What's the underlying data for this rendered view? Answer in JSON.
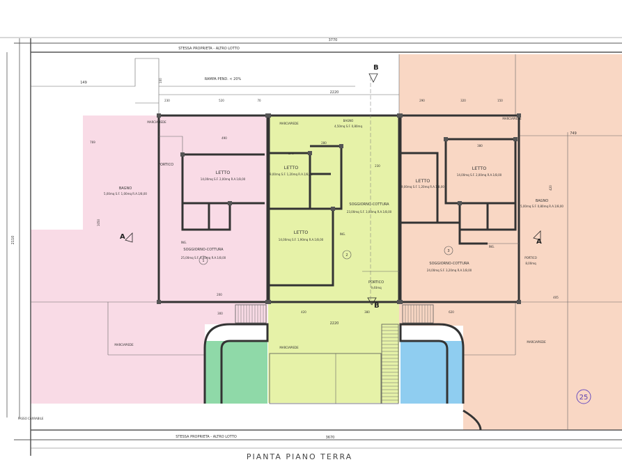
{
  "colors": {
    "unit_pink": "#f9dbe6",
    "unit_green": "#e6f2a8",
    "unit_orange": "#f9d7c4",
    "garage_green": "#8fd9a8",
    "garage_blue": "#8fcdf0",
    "wall": "#333333",
    "line": "#555555"
  },
  "labels": {
    "top_neighbor": "STESSA PROPRIETA - ALTRO LOTTO",
    "bottom_neighbor": "STESSA PROPRIETA - ALTRO LOTTO",
    "ramp": "RAMPA PEND. < 20%",
    "plan_title": "PIANTA PIANO TERRA",
    "lot_number": "25",
    "passo_carrabile": "PASSO CARRABILE"
  },
  "dimensions": {
    "top_total": "3770",
    "bottom_total": "3670",
    "middle_total": "2220",
    "middle_top": "2220",
    "left_width": "149",
    "right_width": "749",
    "left_height": "2110"
  },
  "walkways": {
    "top_left": "MARCIAPIEDE",
    "top_middle": "MARCIAPIEDE",
    "top_right": "MARCIAPIEDE",
    "bottom_left": "MARCIAPIEDE",
    "bottom_middle": "MARCIAPIEDE",
    "bottom_right": "MARCIAPIEDE"
  },
  "units": {
    "left": {
      "number": "1",
      "rooms": [
        {
          "name": "LETTO",
          "info": "14,00mq S.F. 2,00mq R.A.1/8,00"
        },
        {
          "name": "BAGNO",
          "info": "5,00mq S.F. 1,00mq R.A.1/8,00"
        },
        {
          "name": "SOGGIORNO-COTTURA",
          "info": "25,00mq S.F. 3,40mq R.A.1/8,00"
        },
        {
          "name": "PORTICO",
          "info": ""
        }
      ]
    },
    "middle": {
      "number": "2",
      "rooms": [
        {
          "name": "LETTO",
          "info": "9,00mq S.F. 1,20mq R.A.1/8,00"
        },
        {
          "name": "BAGNO",
          "info": "4,50mq S.F. 0,80mq"
        },
        {
          "name": "SOGGIORNO-COTTURA",
          "info": "23,00mq S.F. 3,00mq R.A.1/8,00"
        },
        {
          "name": "LETTO",
          "info": "14,00mq S.F. 1,90mq R.A.1/8,00"
        },
        {
          "name": "PORTICO",
          "info": "9,40mq"
        }
      ]
    },
    "right": {
      "number": "3",
      "rooms": [
        {
          "name": "LETTO",
          "info": "9,00mq S.F. 1,20mq R.A.1/8,00"
        },
        {
          "name": "LETTO",
          "info": "14,00mq S.F. 2,00mq R.A.1/8,00"
        },
        {
          "name": "BAGNO",
          "info": "5,00mq S.F. 0,80mq R.A.1/8,00"
        },
        {
          "name": "SOGGIORNO-COTTURA",
          "info": "24,00mq S.F. 3,20mq R.A.1/8,00"
        },
        {
          "name": "PORTICO",
          "info": "8,00mq"
        }
      ]
    }
  },
  "section_markers": [
    "A",
    "A",
    "B",
    "B"
  ],
  "entrance_label": "ING.",
  "small_dims": [
    "230",
    "520",
    "70",
    "290",
    "320",
    "150",
    "100",
    "490",
    "270",
    "280",
    "230",
    "420",
    "380",
    "620",
    "380",
    "200",
    "300",
    "1050",
    "769",
    "420",
    "405"
  ]
}
